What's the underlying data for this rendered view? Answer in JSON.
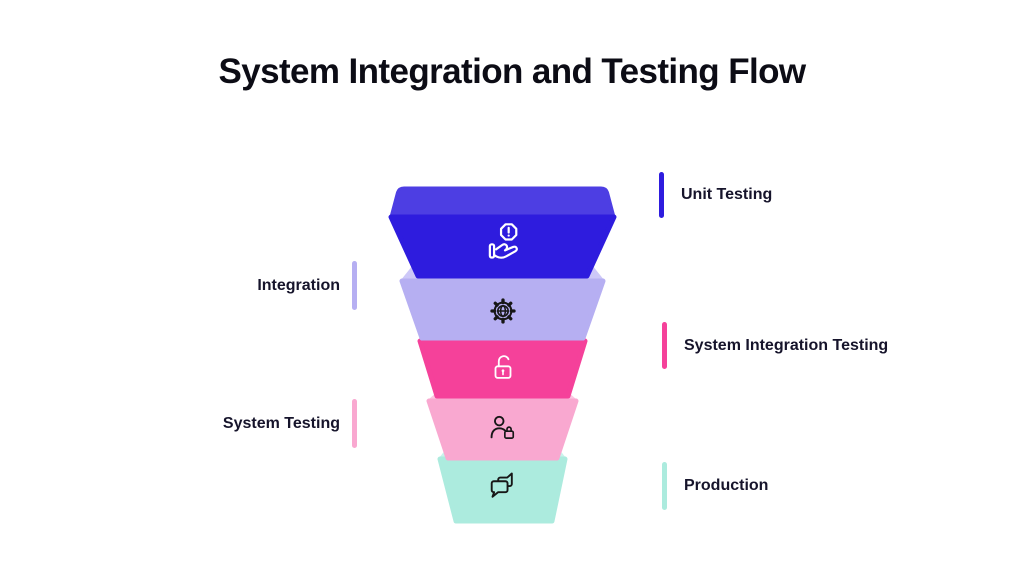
{
  "title": "System Integration and Testing Flow",
  "funnel": {
    "layers": [
      {
        "stage": "unit-testing",
        "icon": "alert-hand-icon",
        "color": "#2E1CDE",
        "lid_color": "#4D3EE3",
        "icon_color": "#FFFFFF"
      },
      {
        "stage": "integration",
        "icon": "gear-globe-icon",
        "color": "#B6AFF2",
        "lid_color": "#CDC8F8",
        "icon_color": "#171717"
      },
      {
        "stage": "system-integration-testing",
        "icon": "open-lock-icon",
        "color": "#F5419A",
        "lid_color": "#F87DB8",
        "icon_color": "#FFFFFF"
      },
      {
        "stage": "system-testing",
        "icon": "user-lock-icon",
        "color": "#F9A8D0",
        "lid_color": "#FBC7E2",
        "icon_color": "#171717"
      },
      {
        "stage": "production",
        "icon": "chat-bubbles-icon",
        "color": "#ACEBDE",
        "lid_color": "#CAF3EC",
        "icon_color": "#171717"
      }
    ]
  },
  "callouts": [
    {
      "label": "Unit Testing",
      "side": "right",
      "color": "#2E1CDE"
    },
    {
      "label": "Integration",
      "side": "left",
      "color": "#B6AFF2"
    },
    {
      "label": "System Integration Testing",
      "side": "right",
      "color": "#F5419A"
    },
    {
      "label": "System Testing",
      "side": "left",
      "color": "#F9A8D0"
    },
    {
      "label": "Production",
      "side": "right",
      "color": "#ACEBDE"
    }
  ],
  "colors": {
    "background": "#FFFFFF",
    "title_text": "#0C0C15",
    "label_text": "#16142B"
  }
}
